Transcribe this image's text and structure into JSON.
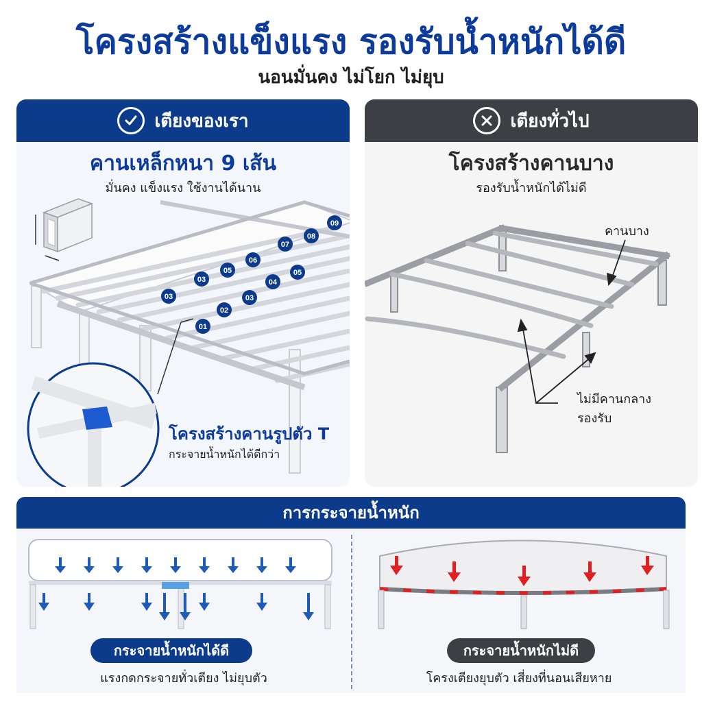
{
  "headline": "โครงสร้างแข็งแรง รองรับน้ำหนักได้ดี",
  "subheadline": "นอนมั่นคง ไม่โยก ไม่ยุบ",
  "ours": {
    "header_label": "เตียงของเรา",
    "header_icon": "check-circle-icon",
    "feature_title": "คานเหล็กหนา 9 เส้น",
    "feature_subtitle": "มั่นคง แข็งแรง ใช้งานได้นาน",
    "beam_numbers": [
      "01",
      "02",
      "03",
      "03",
      "03",
      "04",
      "05",
      "05",
      "06",
      "07",
      "08",
      "09"
    ],
    "t_joint_title": "โครงสร้างคานรูปตัว T",
    "t_joint_subtitle": "กระจายน้ำหนักได้ดีกว่า",
    "accent_color": "#0d3b8c"
  },
  "others": {
    "header_label": "เตียงทั่วไป",
    "header_icon": "x-circle-icon",
    "feature_title": "โครงสร้างคานบาง",
    "feature_subtitle": "รองรับน้ำหนักได้ไม่ดี",
    "callout_thin_beam": "คานบาง",
    "callout_no_center_line1": "ไม่มีคานกลาง",
    "callout_no_center_line2": "รองรับ",
    "accent_color": "#3d3f44"
  },
  "distribution": {
    "section_title": "การกระจายน้ำหนัก",
    "good_label": "กระจายน้ำหนักได้ดี",
    "good_caption": "แรงกดกระจายทั่วเตียง ไม่ยุบตัว",
    "bad_label": "กระจายน้ำหนักไม่ดี",
    "bad_caption": "โครงเตียงยุบตัว เสี่ยงที่นอนเสียหาย",
    "good_arrow_color": "#1e5bb8",
    "bad_arrow_color": "#e02020"
  }
}
